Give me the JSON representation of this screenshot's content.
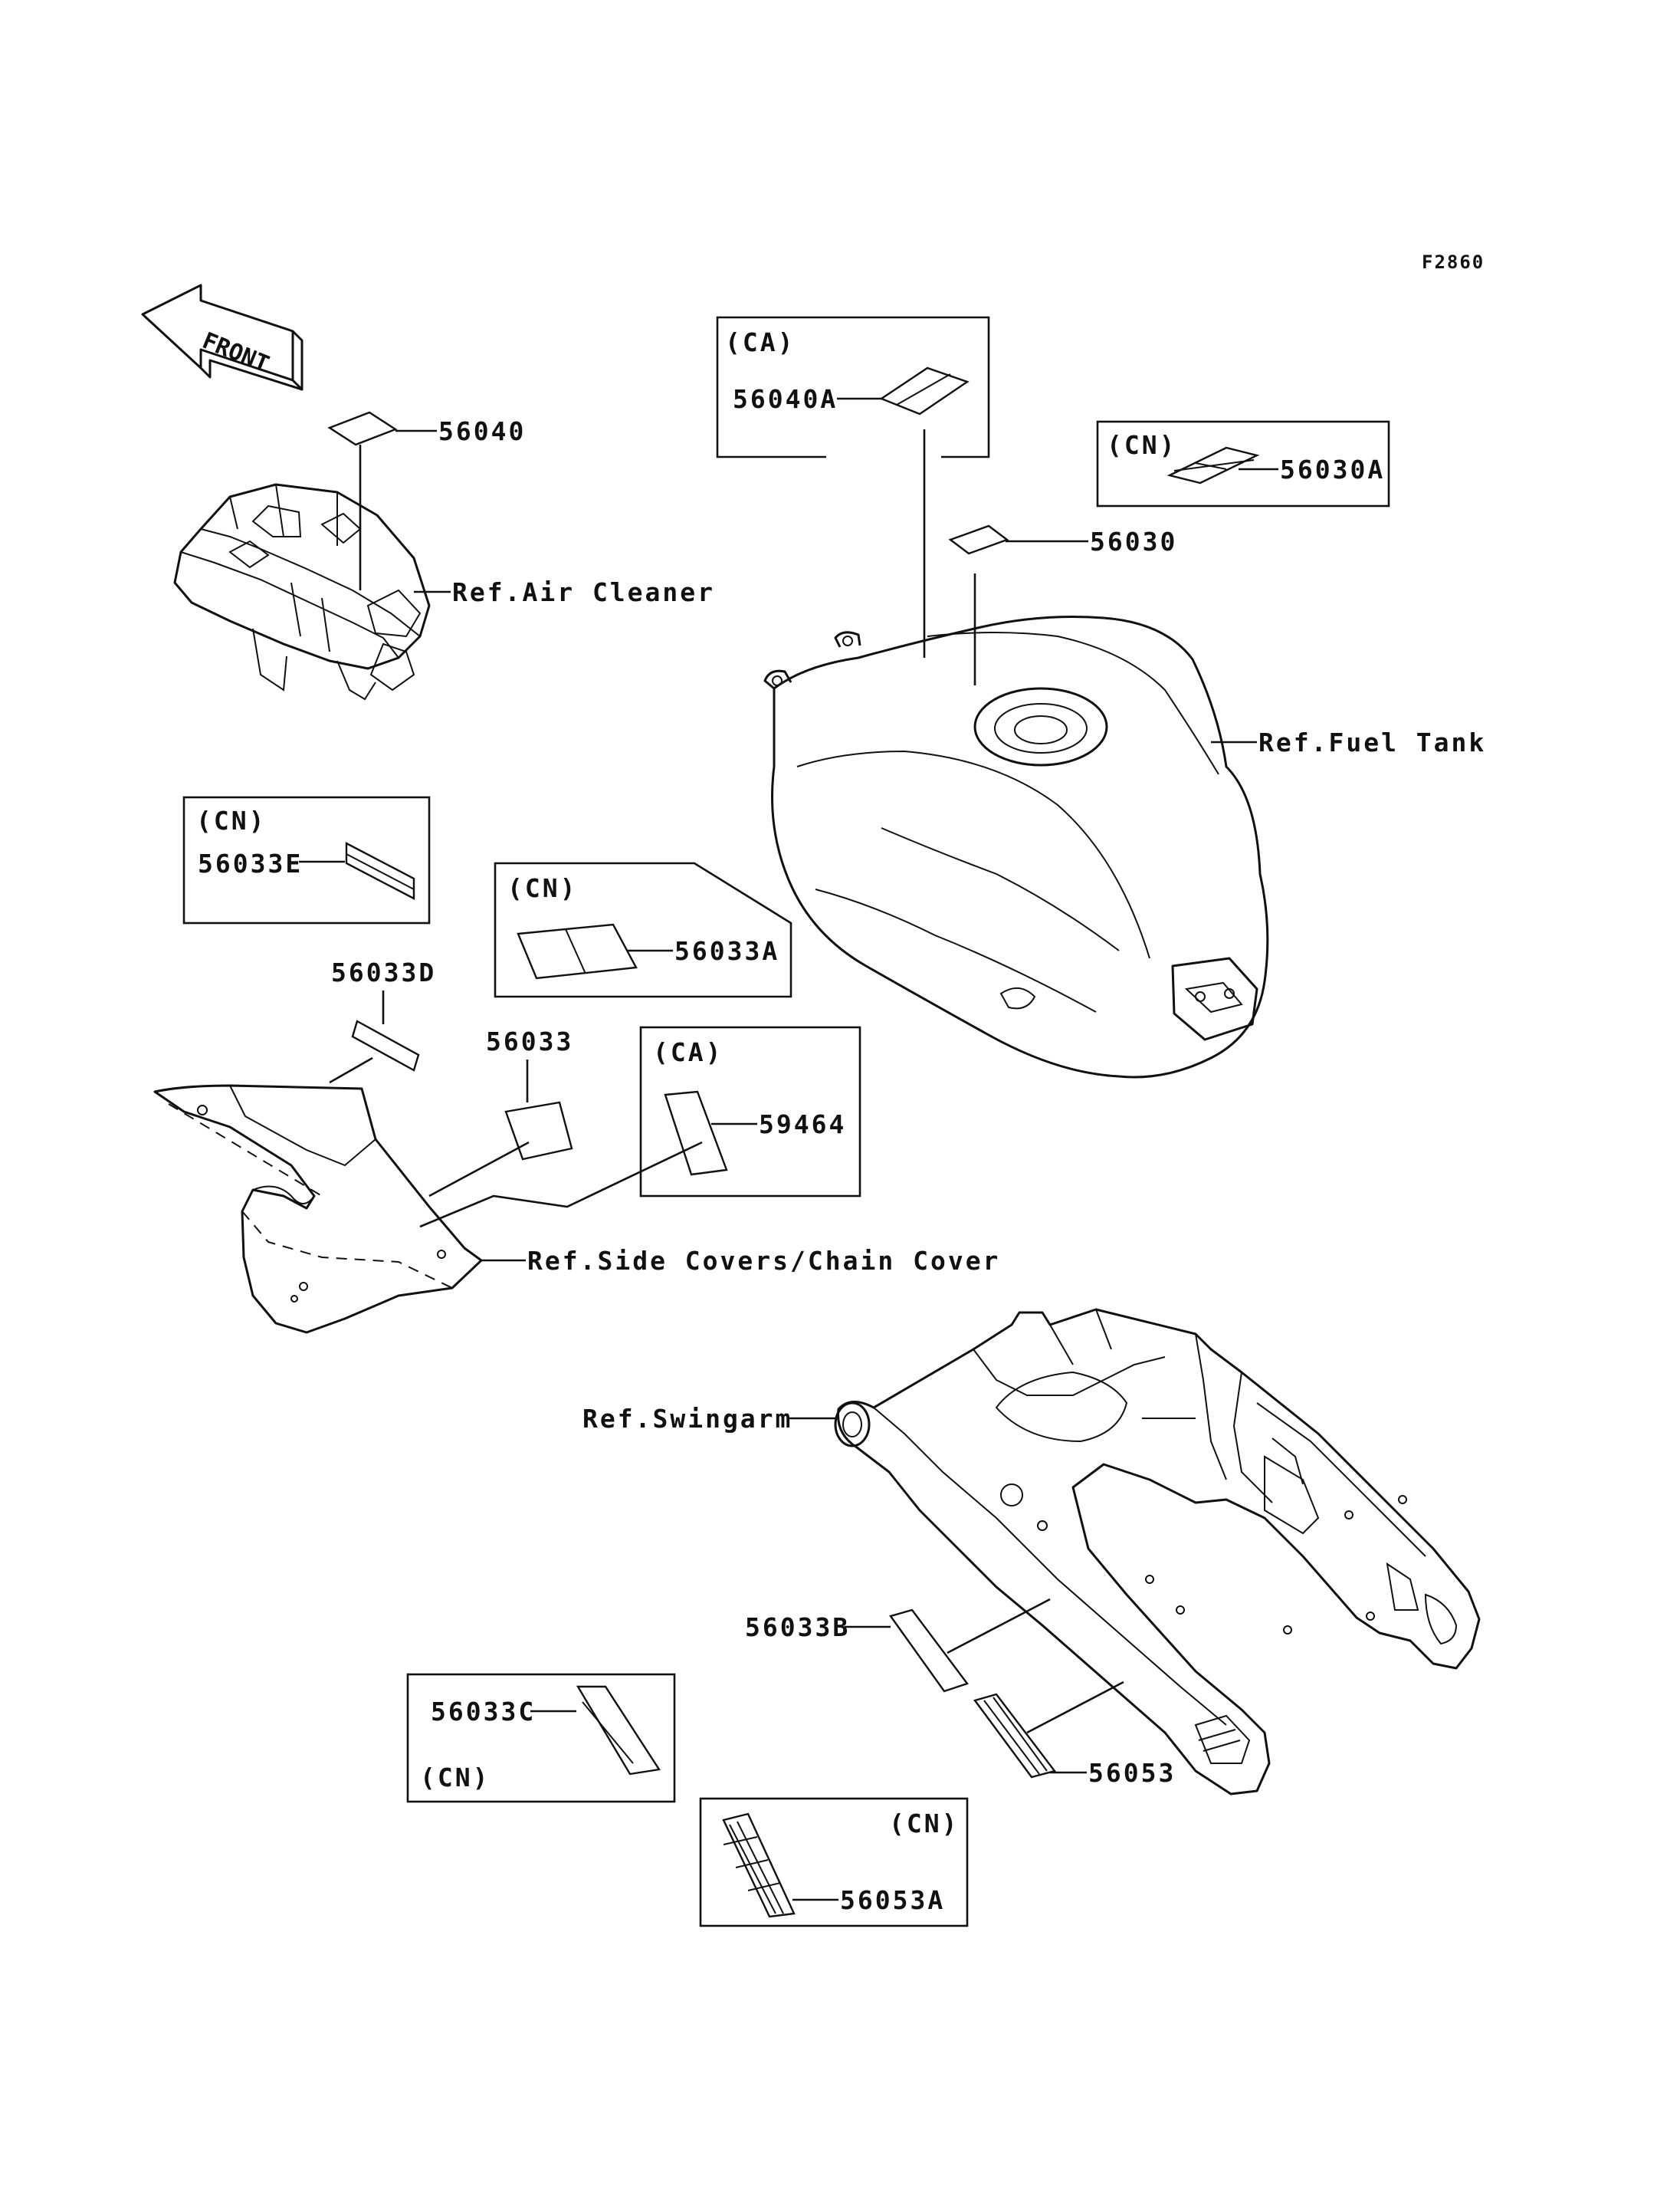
{
  "figure_code": "F2860",
  "front_arrow_label": "FRONT",
  "refs": {
    "air_cleaner": "Ref.Air Cleaner",
    "fuel_tank": "Ref.Fuel Tank",
    "side_covers": "Ref.Side Covers/Chain Cover",
    "swingarm": "Ref.Swingarm"
  },
  "parts": {
    "p56040": "56040",
    "p56040A": "56040A",
    "p56030": "56030",
    "p56030A": "56030A",
    "p56033": "56033",
    "p56033A": "56033A",
    "p56033B": "56033B",
    "p56033C": "56033C",
    "p56033D": "56033D",
    "p56033E": "56033E",
    "p56053": "56053",
    "p56053A": "56053A",
    "p59464": "59464"
  },
  "region_tags": {
    "box_56040A": "(CA)",
    "box_56030A": "(CN)",
    "box_56033E": "(CN)",
    "box_56033A": "(CN)",
    "box_59464": "(CA)",
    "box_56033C": "(CN)",
    "box_56053A": "(CN)"
  }
}
